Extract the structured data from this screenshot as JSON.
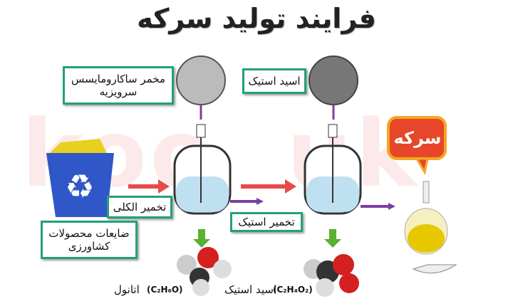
{
  "title": "فرایند تولید سرکه",
  "labels": {
    "yeast": "مخمر ساکارومایسس سرویزیه",
    "acetic_bacteria": "اسید استیک",
    "alcoholic_fermentation": "تخمیر الکلی",
    "acetic_fermentation": "تخمیر استیک",
    "agri_waste": "ضایعات محصولات کشاورزی",
    "vinegar": "سرکه",
    "ethanol": "اتانول",
    "ethanol_formula": "(C₂H₆O)",
    "acetic_acid": "اسید استیک",
    "acetic_formula": "(C₂H₄O₂)"
  },
  "colors": {
    "box_border": "#22a07a",
    "arrow_red": "#e84a4a",
    "arrow_purple": "#7a3fa0",
    "arrow_green": "#5ab030",
    "vinegar_badge": "#e8462a",
    "badge_border": "#f5a623"
  }
}
